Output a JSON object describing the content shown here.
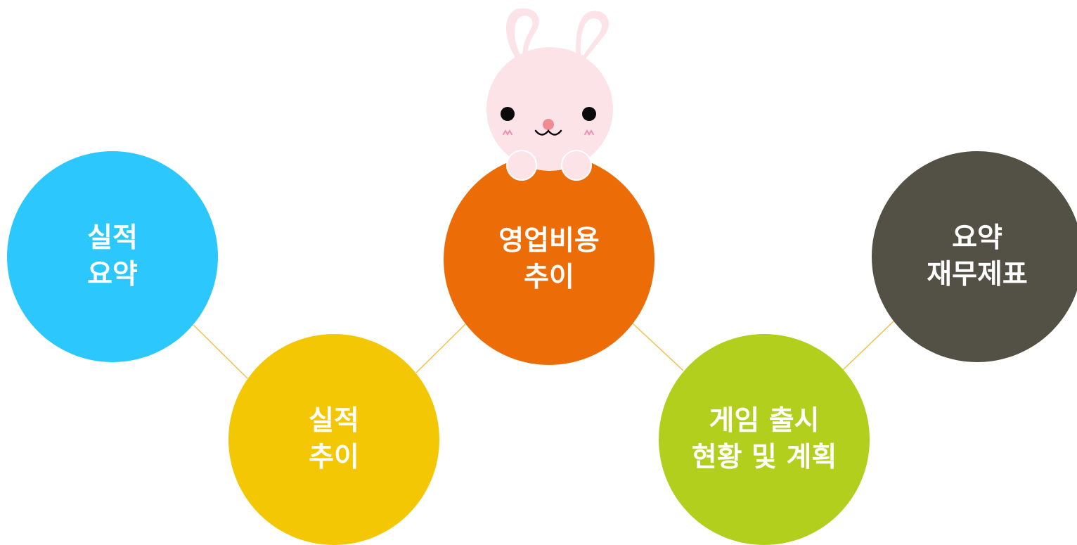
{
  "nodes": [
    {
      "id": "node-1",
      "line1": "실적",
      "line2": "요약",
      "color": "#2CC7FC"
    },
    {
      "id": "node-2",
      "line1": "실적",
      "line2": "추이",
      "color": "#F4C704"
    },
    {
      "id": "node-3",
      "line1": "영업비용",
      "line2": "추이",
      "color": "#EC6D07"
    },
    {
      "id": "node-4",
      "line1": "게임 출시",
      "line2": "현황 및 계획",
      "color": "#B2CF1D"
    },
    {
      "id": "node-5",
      "line1": "요약",
      "line2": "재무제표",
      "color": "#535045"
    }
  ],
  "colors": {
    "connector": "#F2C14A",
    "bunny_fill": "#FBE3E7",
    "bunny_inner_ear": "#FFFFFF",
    "bunny_nose": "#F08A93",
    "bunny_blush": "#F58DB0"
  },
  "icons": {
    "mascot": "bunny-mascot-icon"
  }
}
